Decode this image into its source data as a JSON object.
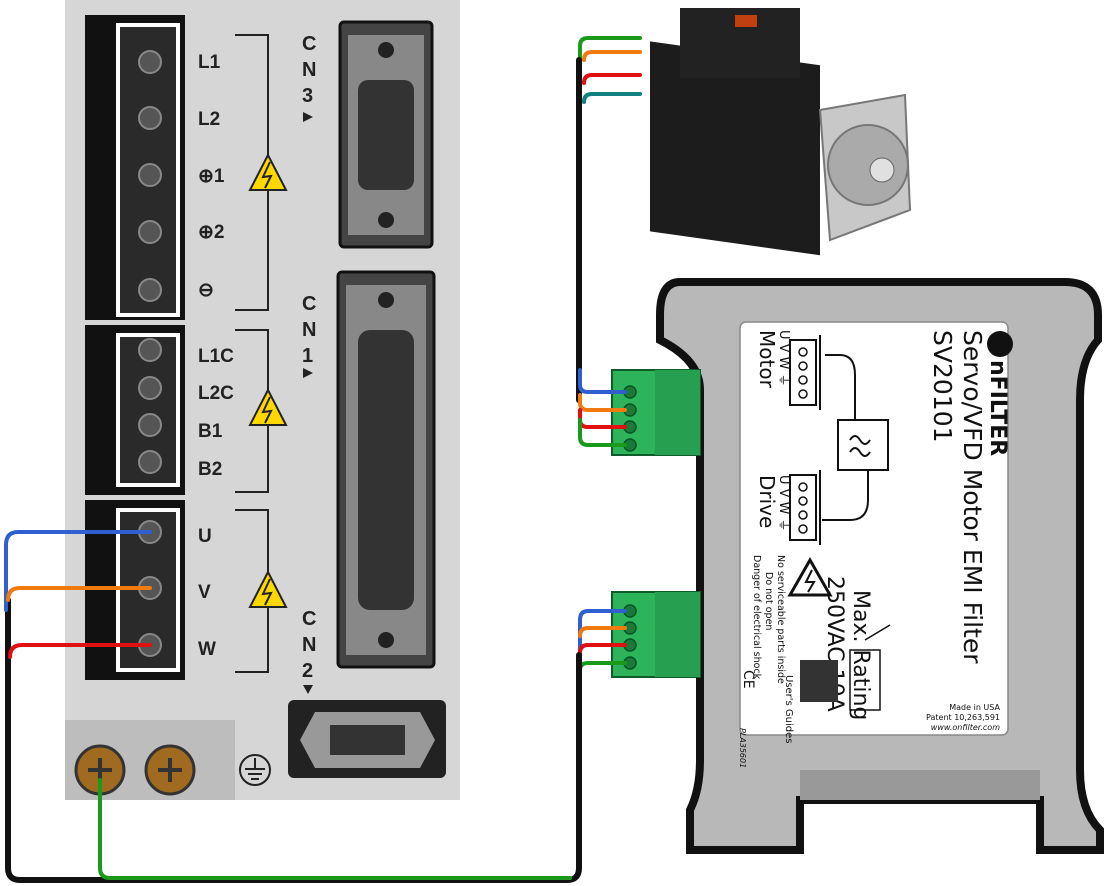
{
  "drive": {
    "terminals": [
      "L1",
      "L2",
      "⊕1",
      "⊕2",
      "⊖",
      "L1C",
      "L2C",
      "B1",
      "B2",
      "U",
      "V",
      "W"
    ],
    "connectors": [
      {
        "id": "cn3",
        "letters": [
          "C",
          "N",
          "3"
        ]
      },
      {
        "id": "cn1",
        "letters": [
          "C",
          "N",
          "1"
        ]
      },
      {
        "id": "cn2",
        "letters": [
          "C",
          "N",
          "2"
        ]
      }
    ],
    "ground_symbol": "⏚"
  },
  "filter": {
    "brand": "nFILTER",
    "title": "Servo/VFD Motor EMI Filter",
    "model": "SV20101",
    "motor_side": {
      "label": "Motor",
      "pins": "U V W ⏚"
    },
    "drive_side": {
      "label": "Drive",
      "pins": "U V W ⏚"
    },
    "rating_title": "Max. Rating",
    "rating": "250VAC 10A",
    "warning_lines": [
      "No serviceable parts inside",
      "Do not open",
      "Danger of electrical shock"
    ],
    "guides": "User's Guides",
    "made_in": "Made in USA",
    "patent": "Patent 10,263,591",
    "website": "www.onfilter.com",
    "part_no": "PLA35601",
    "ce_mark": "CE"
  },
  "colors": {
    "u_wire": "#2f5fd0",
    "v_wire": "#f07a10",
    "w_wire": "#e01010",
    "ground_wire": "#1a9a1a",
    "teal_wire": "#118080",
    "cable": "#111111",
    "terminal_block": "#2db35a",
    "filter_body": "#b8b8b8",
    "drive_panel": "#d6d6d6"
  }
}
